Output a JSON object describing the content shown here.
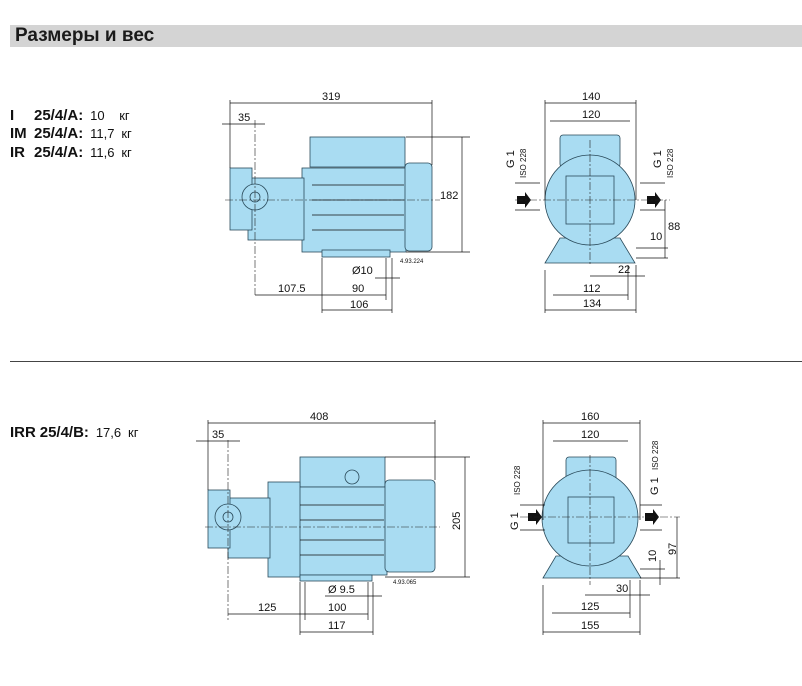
{
  "header": {
    "title": "Размеры и вес"
  },
  "weights_a": [
    {
      "model": "I",
      "code": "25/4/A:",
      "weight": "10",
      "unit": "кг"
    },
    {
      "model": "IM",
      "code": "25/4/A:",
      "weight": "11,7",
      "unit": "кг"
    },
    {
      "model": "IR",
      "code": "25/4/A:",
      "weight": "11,6",
      "unit": "кг"
    }
  ],
  "weights_b": [
    {
      "model": "IRR",
      "code": "25/4/B:",
      "weight": "17,6",
      "unit": "кг"
    }
  ],
  "drawing_a": {
    "side": {
      "overall": "319",
      "offset": "35",
      "height": "182",
      "foot_hole": "Ø10",
      "to_foot": "107.5",
      "foot_span": "90",
      "foot_length": "106",
      "ref": "4.93.224"
    },
    "front": {
      "width": "140",
      "inner": "120",
      "port_left": "G 1",
      "iso_left": "ISO 228",
      "port_right": "G 1",
      "iso_right": "ISO 228",
      "axis_h": "88",
      "foot_h": "10",
      "foot_w": "22",
      "foot_span": "112",
      "base": "134"
    }
  },
  "drawing_b": {
    "side": {
      "overall": "408",
      "offset": "35",
      "height": "205",
      "foot_hole": "Ø 9.5",
      "to_foot": "125",
      "foot_span": "100",
      "foot_length": "117",
      "ref": "4.93.065"
    },
    "front": {
      "width": "160",
      "inner": "120",
      "port_left": "G 1",
      "iso_left": "ISO 228",
      "port_right": "G 1",
      "iso_right": "ISO 228",
      "axis_h": "97",
      "foot_h": "10",
      "foot_w": "30",
      "foot_span": "125",
      "base": "155"
    }
  }
}
